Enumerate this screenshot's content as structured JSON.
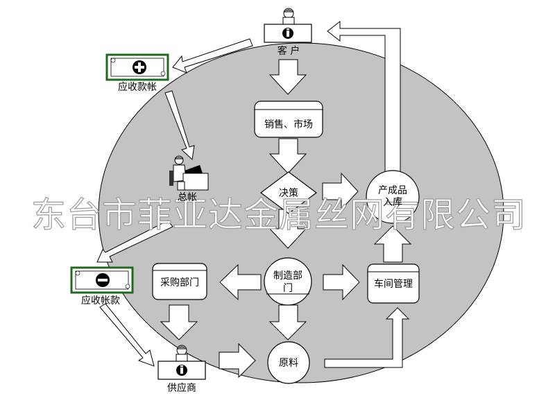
{
  "diagram": {
    "colors": {
      "background": "#ffffff",
      "circle": "#c3c3c3",
      "money_border": "#1e6b1e",
      "watermark_stroke": "#9a9a9a"
    },
    "nodes": {
      "customer": "客 户",
      "sales": "销售、市场",
      "decision": "决策",
      "finished_goods_1": "产成品",
      "finished_goods_2": "入库",
      "manufacturing_1": "制造部",
      "manufacturing_2": "门",
      "workshop": "车间管理",
      "purchasing": "采购部门",
      "materials": "原料",
      "supplier": "供应商",
      "receivables": "应收款帐",
      "general_ledger": "总帐",
      "payables": "应收帐款"
    },
    "icons": {
      "customer": "person-at-desk-icon",
      "supplier": "person-at-desk-icon",
      "ledger": "person-at-computer-icon",
      "receivables": "banknote-plus-icon",
      "payables": "banknote-minus-icon"
    },
    "watermark": "东台市菲亚达金属丝网有限公司"
  }
}
